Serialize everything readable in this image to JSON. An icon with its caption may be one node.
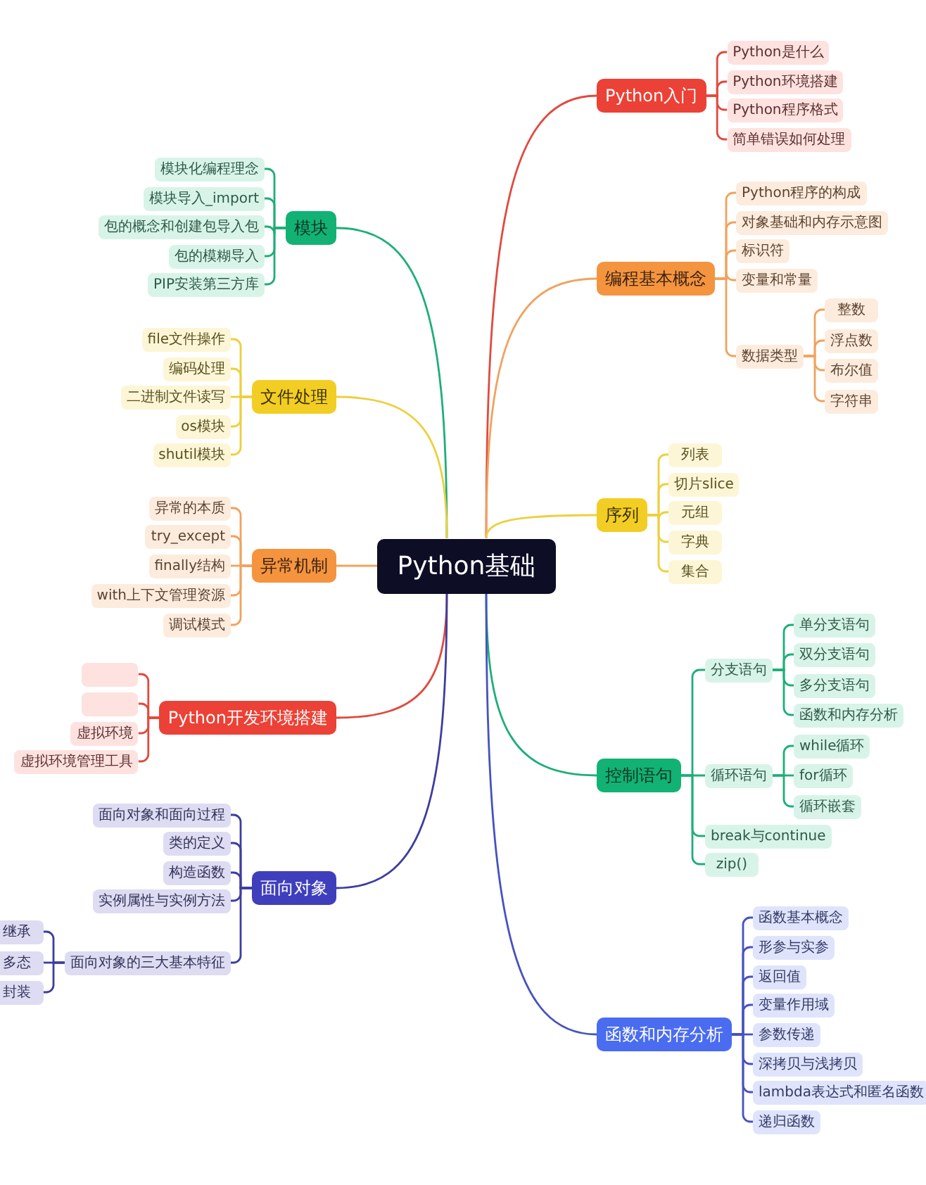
{
  "diagram": {
    "nodes": [
      {
        "text": [
          "Python基础"
        ]
      },
      {
        "text": [
          "Python入门"
        ]
      },
      {
        "text": [
          "Python是什么"
        ]
      },
      {
        "text": [
          "Python环境搭建"
        ]
      },
      {
        "text": [
          "Python程序格式"
        ]
      },
      {
        "text": [
          "简单错误如何处理"
        ]
      },
      {
        "text": [
          "编程基本概念"
        ]
      },
      {
        "text": [
          "Python程序的构成"
        ]
      },
      {
        "text": [
          "对象基础和内存示意图"
        ]
      },
      {
        "text": [
          "标识符"
        ]
      },
      {
        "text": [
          "变量和常量"
        ]
      },
      {
        "text": [
          "数据类型"
        ]
      },
      {
        "text": [
          "整数"
        ]
      },
      {
        "text": [
          "浮点数"
        ]
      },
      {
        "text": [
          "布尔值"
        ]
      },
      {
        "text": [
          "字符串"
        ]
      },
      {
        "text": [
          "序列"
        ]
      },
      {
        "text": [
          "列表"
        ]
      },
      {
        "text": [
          "切片slice"
        ]
      },
      {
        "text": [
          "元组"
        ]
      },
      {
        "text": [
          "字典"
        ]
      },
      {
        "text": [
          "集合"
        ]
      },
      {
        "text": [
          "控制语句"
        ]
      },
      {
        "text": [
          "分支语句"
        ]
      },
      {
        "text": [
          "单分支语句"
        ]
      },
      {
        "text": [
          "双分支语句"
        ]
      },
      {
        "text": [
          "多分支语句"
        ]
      },
      {
        "text": [
          "函数和内存分析"
        ]
      },
      {
        "text": [
          "循环语句"
        ]
      },
      {
        "text": [
          "while循环"
        ]
      },
      {
        "text": [
          "for循环"
        ]
      },
      {
        "text": [
          "循环嵌套"
        ]
      },
      {
        "text": [
          "break与continue"
        ]
      },
      {
        "text": [
          "zip()"
        ]
      },
      {
        "text": [
          "函数和内存分析"
        ]
      },
      {
        "text": [
          "函数基本概念"
        ]
      },
      {
        "text": [
          "形参与实参"
        ]
      },
      {
        "text": [
          "返回值"
        ]
      },
      {
        "text": [
          "变量作用域"
        ]
      },
      {
        "text": [
          "参数传递"
        ]
      },
      {
        "text": [
          "深拷贝与浅拷贝"
        ]
      },
      {
        "text": [
          "lambda表达式和匿名函数"
        ]
      },
      {
        "text": [
          "递归函数"
        ]
      },
      {
        "text": [
          "模块"
        ]
      },
      {
        "text": [
          "模块化编程理念"
        ]
      },
      {
        "text": [
          "模块导入_import"
        ]
      },
      {
        "text": [
          "包的概念和创建包导入包"
        ]
      },
      {
        "text": [
          "包的模糊导入"
        ]
      },
      {
        "text": [
          "PIP安装第三方库"
        ]
      },
      {
        "text": [
          "文件处理"
        ]
      },
      {
        "text": [
          "file文件操作"
        ]
      },
      {
        "text": [
          "编码处理"
        ]
      },
      {
        "text": [
          "二进制文件读写"
        ]
      },
      {
        "text": [
          "os模块"
        ]
      },
      {
        "text": [
          "shutil模块"
        ]
      },
      {
        "text": [
          "异常机制"
        ]
      },
      {
        "text": [
          "异常的本质"
        ]
      },
      {
        "text": [
          "try_except"
        ]
      },
      {
        "text": [
          "finally结构"
        ]
      },
      {
        "text": [
          "with上下文管理资源"
        ]
      },
      {
        "text": [
          "调试模式"
        ]
      },
      {
        "text": [
          "Python开发环境搭建"
        ]
      },
      {
        "text": [],
        "shape": "box"
      },
      {
        "text": [],
        "shape": "box"
      },
      {
        "text": [
          "虚拟环境"
        ]
      },
      {
        "text": [
          "虚拟环境管理工具"
        ]
      },
      {
        "text": [
          "面向对象"
        ]
      },
      {
        "text": [
          "面向对象和面向过程"
        ]
      },
      {
        "text": [
          "类的定义"
        ]
      },
      {
        "text": [
          "构造函数"
        ]
      },
      {
        "text": [
          "实例属性与实例方法"
        ]
      },
      {
        "text": [
          "面向对象的三大基本特征"
        ]
      },
      {
        "text": [
          "继承"
        ]
      },
      {
        "text": [
          "多态"
        ]
      },
      {
        "text": [
          "封装"
        ]
      }
    ],
    "edges": [
      {
        "from": 0,
        "to": 1,
        "arrow": "none",
        "color": "#e04a3f"
      },
      {
        "from": 1,
        "to": 2,
        "arrow": "none",
        "color": "#e04a3f"
      },
      {
        "from": 1,
        "to": 3,
        "arrow": "none",
        "color": "#e04a3f"
      },
      {
        "from": 1,
        "to": 4,
        "arrow": "none",
        "color": "#e04a3f"
      },
      {
        "from": 1,
        "to": 5,
        "arrow": "none",
        "color": "#e04a3f"
      },
      {
        "from": 0,
        "to": 6,
        "arrow": "none",
        "color": "#efa35e"
      },
      {
        "from": 6,
        "to": 7,
        "arrow": "none",
        "color": "#efa35e"
      },
      {
        "from": 6,
        "to": 8,
        "arrow": "none",
        "color": "#efa35e"
      },
      {
        "from": 6,
        "to": 9,
        "arrow": "none",
        "color": "#efa35e"
      },
      {
        "from": 6,
        "to": 10,
        "arrow": "none",
        "color": "#efa35e"
      },
      {
        "from": 6,
        "to": 11,
        "arrow": "none",
        "color": "#efa35e"
      },
      {
        "from": 11,
        "to": 12,
        "arrow": "none",
        "color": "#efa35e"
      },
      {
        "from": 11,
        "to": 13,
        "arrow": "none",
        "color": "#efa35e"
      },
      {
        "from": 11,
        "to": 14,
        "arrow": "none",
        "color": "#efa35e"
      },
      {
        "from": 11,
        "to": 15,
        "arrow": "none",
        "color": "#efa35e"
      },
      {
        "from": 0,
        "to": 16,
        "arrow": "none",
        "color": "#ecd03e"
      },
      {
        "from": 16,
        "to": 17,
        "arrow": "none",
        "color": "#ecd03e"
      },
      {
        "from": 16,
        "to": 18,
        "arrow": "none",
        "color": "#ecd03e"
      },
      {
        "from": 16,
        "to": 19,
        "arrow": "none",
        "color": "#ecd03e"
      },
      {
        "from": 16,
        "to": 20,
        "arrow": "none",
        "color": "#ecd03e"
      },
      {
        "from": 16,
        "to": 21,
        "arrow": "none",
        "color": "#ecd03e"
      },
      {
        "from": 0,
        "to": 22,
        "arrow": "none",
        "color": "#1fae78"
      },
      {
        "from": 22,
        "to": 23,
        "arrow": "none",
        "color": "#1fae78"
      },
      {
        "from": 23,
        "to": 24,
        "arrow": "none",
        "color": "#1fae78"
      },
      {
        "from": 23,
        "to": 25,
        "arrow": "none",
        "color": "#1fae78"
      },
      {
        "from": 23,
        "to": 26,
        "arrow": "none",
        "color": "#1fae78"
      },
      {
        "from": 23,
        "to": 27,
        "arrow": "none",
        "color": "#1fae78"
      },
      {
        "from": 22,
        "to": 28,
        "arrow": "none",
        "color": "#1fae78"
      },
      {
        "from": 28,
        "to": 29,
        "arrow": "none",
        "color": "#1fae78"
      },
      {
        "from": 28,
        "to": 30,
        "arrow": "none",
        "color": "#1fae78"
      },
      {
        "from": 28,
        "to": 31,
        "arrow": "none",
        "color": "#1fae78"
      },
      {
        "from": 22,
        "to": 32,
        "arrow": "none",
        "color": "#1fae78"
      },
      {
        "from": 22,
        "to": 33,
        "arrow": "none",
        "color": "#1fae78"
      },
      {
        "from": 0,
        "to": 34,
        "arrow": "none",
        "color": "#4652c0"
      },
      {
        "from": 34,
        "to": 35,
        "arrow": "none",
        "color": "#4652c0"
      },
      {
        "from": 34,
        "to": 36,
        "arrow": "none",
        "color": "#4652c0"
      },
      {
        "from": 34,
        "to": 37,
        "arrow": "none",
        "color": "#4652c0"
      },
      {
        "from": 34,
        "to": 38,
        "arrow": "none",
        "color": "#4652c0"
      },
      {
        "from": 34,
        "to": 39,
        "arrow": "none",
        "color": "#4652c0"
      },
      {
        "from": 34,
        "to": 40,
        "arrow": "none",
        "color": "#4652c0"
      },
      {
        "from": 34,
        "to": 41,
        "arrow": "none",
        "color": "#4652c0"
      },
      {
        "from": 34,
        "to": 42,
        "arrow": "none",
        "color": "#4652c0"
      },
      {
        "from": 0,
        "to": 43,
        "arrow": "none",
        "color": "#1fae78"
      },
      {
        "from": 43,
        "to": 44,
        "arrow": "none",
        "color": "#1fae78"
      },
      {
        "from": 43,
        "to": 45,
        "arrow": "none",
        "color": "#1fae78"
      },
      {
        "from": 43,
        "to": 46,
        "arrow": "none",
        "color": "#1fae78"
      },
      {
        "from": 43,
        "to": 47,
        "arrow": "none",
        "color": "#1fae78"
      },
      {
        "from": 43,
        "to": 48,
        "arrow": "none",
        "color": "#1fae78"
      },
      {
        "from": 0,
        "to": 49,
        "arrow": "none",
        "color": "#ecd03e"
      },
      {
        "from": 49,
        "to": 50,
        "arrow": "none",
        "color": "#ecd03e"
      },
      {
        "from": 49,
        "to": 51,
        "arrow": "none",
        "color": "#ecd03e"
      },
      {
        "from": 49,
        "to": 52,
        "arrow": "none",
        "color": "#ecd03e"
      },
      {
        "from": 49,
        "to": 53,
        "arrow": "none",
        "color": "#ecd03e"
      },
      {
        "from": 49,
        "to": 54,
        "arrow": "none",
        "color": "#ecd03e"
      },
      {
        "from": 0,
        "to": 55,
        "arrow": "none",
        "color": "#efa35e"
      },
      {
        "from": 55,
        "to": 56,
        "arrow": "none",
        "color": "#efa35e"
      },
      {
        "from": 55,
        "to": 57,
        "arrow": "none",
        "color": "#efa35e"
      },
      {
        "from": 55,
        "to": 58,
        "arrow": "none",
        "color": "#efa35e"
      },
      {
        "from": 55,
        "to": 59,
        "arrow": "none",
        "color": "#efa35e"
      },
      {
        "from": 55,
        "to": 60,
        "arrow": "none",
        "color": "#efa35e"
      },
      {
        "from": 0,
        "to": 61,
        "arrow": "none",
        "color": "#e04a3f"
      },
      {
        "from": 61,
        "to": 62,
        "arrow": "none",
        "color": "#e04a3f"
      },
      {
        "from": 61,
        "to": 63,
        "arrow": "none",
        "color": "#e04a3f"
      },
      {
        "from": 61,
        "to": 64,
        "arrow": "none",
        "color": "#e04a3f"
      },
      {
        "from": 61,
        "to": 65,
        "arrow": "none",
        "color": "#e04a3f"
      },
      {
        "from": 0,
        "to": 66,
        "arrow": "none",
        "color": "#3d3d9e"
      },
      {
        "from": 66,
        "to": 67,
        "arrow": "none",
        "color": "#3d3d9e"
      },
      {
        "from": 66,
        "to": 68,
        "arrow": "none",
        "color": "#3d3d9e"
      },
      {
        "from": 66,
        "to": 69,
        "arrow": "none",
        "color": "#3d3d9e"
      },
      {
        "from": 66,
        "to": 70,
        "arrow": "none",
        "color": "#3d3d9e"
      },
      {
        "from": 66,
        "to": 71,
        "arrow": "none",
        "color": "#3d3d9e"
      },
      {
        "from": 71,
        "to": 72,
        "arrow": "none",
        "color": "#3d3d9e"
      },
      {
        "from": 71,
        "to": 73,
        "arrow": "none",
        "color": "#3d3d9e"
      },
      {
        "from": 71,
        "to": 74,
        "arrow": "none",
        "color": "#3d3d9e"
      }
    ]
  }
}
